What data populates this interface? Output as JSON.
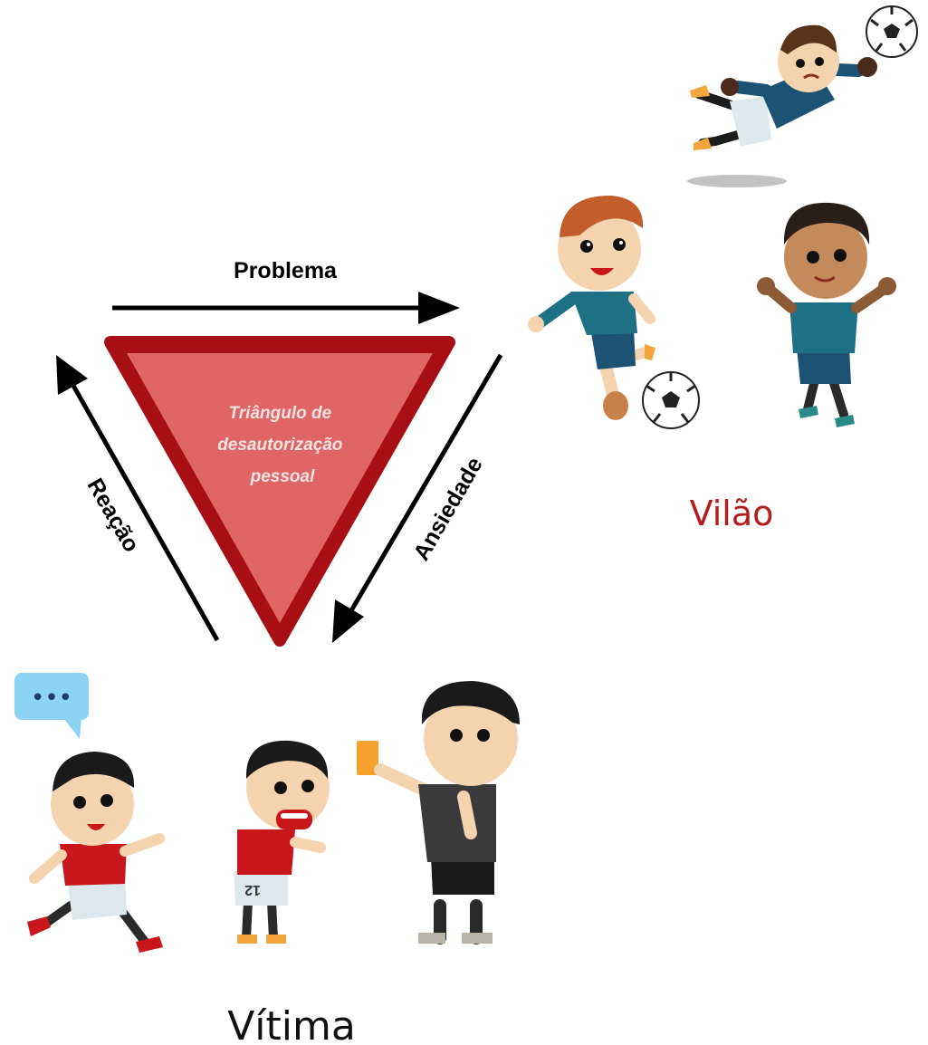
{
  "diagram": {
    "triangle_label": [
      "Triângulo de",
      "desautorização",
      "pessoal"
    ],
    "arrows": {
      "top": "Problema",
      "right": "Ansiedade",
      "left": "Reação"
    },
    "roles": {
      "villain": "Vilão",
      "victim": "Vítima"
    },
    "speech_bubble": "•••",
    "jersey_number": "12"
  },
  "colors": {
    "triangle_fill": "#e06565",
    "triangle_border": "#a80f15",
    "villain_label": "#b71c1c",
    "teal_jersey": "#1e7185",
    "blue_jersey": "#1c5274",
    "red_jersey": "#c8161b",
    "referee_shirt": "#3a3a3a",
    "card": "#f6a12e",
    "bubble": "#8dd3f4"
  }
}
